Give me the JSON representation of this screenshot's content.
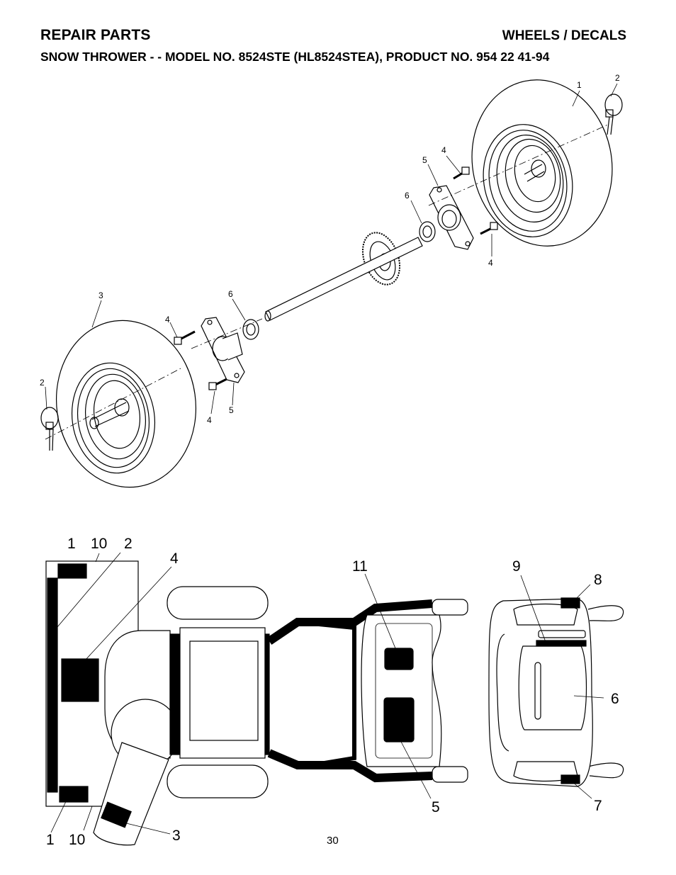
{
  "header": {
    "section": "REPAIR PARTS",
    "topic": "WHEELS / DECALS",
    "subtitle": "SNOW THROWER - - MODEL NO. 8524STE (HL8524STEA), PRODUCT NO. 954 22 41-94"
  },
  "wheels_callouts": {
    "wheel_right": "1",
    "pin_right": "2",
    "bolt_right_top": "4",
    "bearing_right": "5",
    "washer_right": "6",
    "bolt_right_bottom": "4",
    "wheel_left": "3",
    "washer_left": "6",
    "bolt_left_top": "4",
    "pin_left": "2",
    "bolt_left_bottom": "4",
    "bearing_left": "5"
  },
  "decal_callouts": {
    "c1_top": "1",
    "c10_top": "10",
    "c2": "2",
    "c4": "4",
    "c11": "11",
    "c9": "9",
    "c8": "8",
    "c6": "6",
    "c1_bottom": "1",
    "c10_bottom": "10",
    "c3": "3",
    "c5": "5",
    "c7": "7"
  },
  "footer": {
    "page_number": "30"
  }
}
